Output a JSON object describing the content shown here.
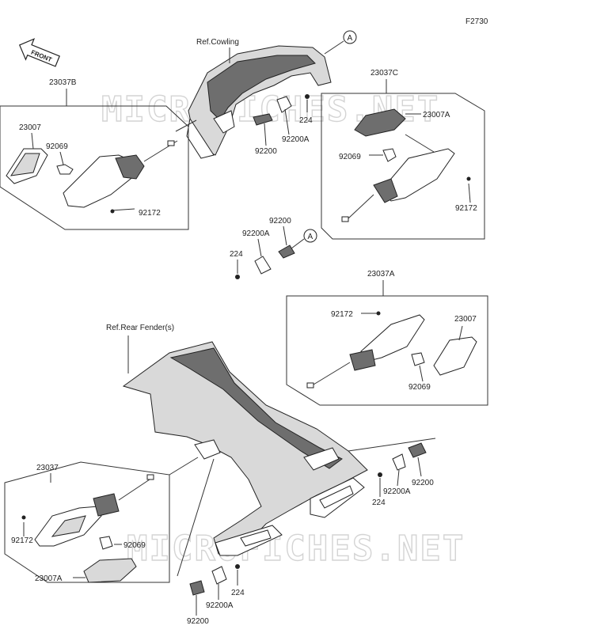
{
  "figure_code": "F2730",
  "front_label": "FRONT",
  "watermark": "MICROFICHES.NET",
  "ref_labels": {
    "cowling": "Ref.Cowling",
    "rear_fender": "Ref.Rear Fender(s)"
  },
  "callout_A": "A",
  "parts": {
    "p23037B": "23037B",
    "p23037C": "23037C",
    "p23037A": "23037A",
    "p23037": "23037",
    "p23007": "23007",
    "p23007A": "23007A",
    "p92069": "92069",
    "p92172": "92172",
    "p224": "224",
    "p92200": "92200",
    "p92200A": "92200A"
  }
}
